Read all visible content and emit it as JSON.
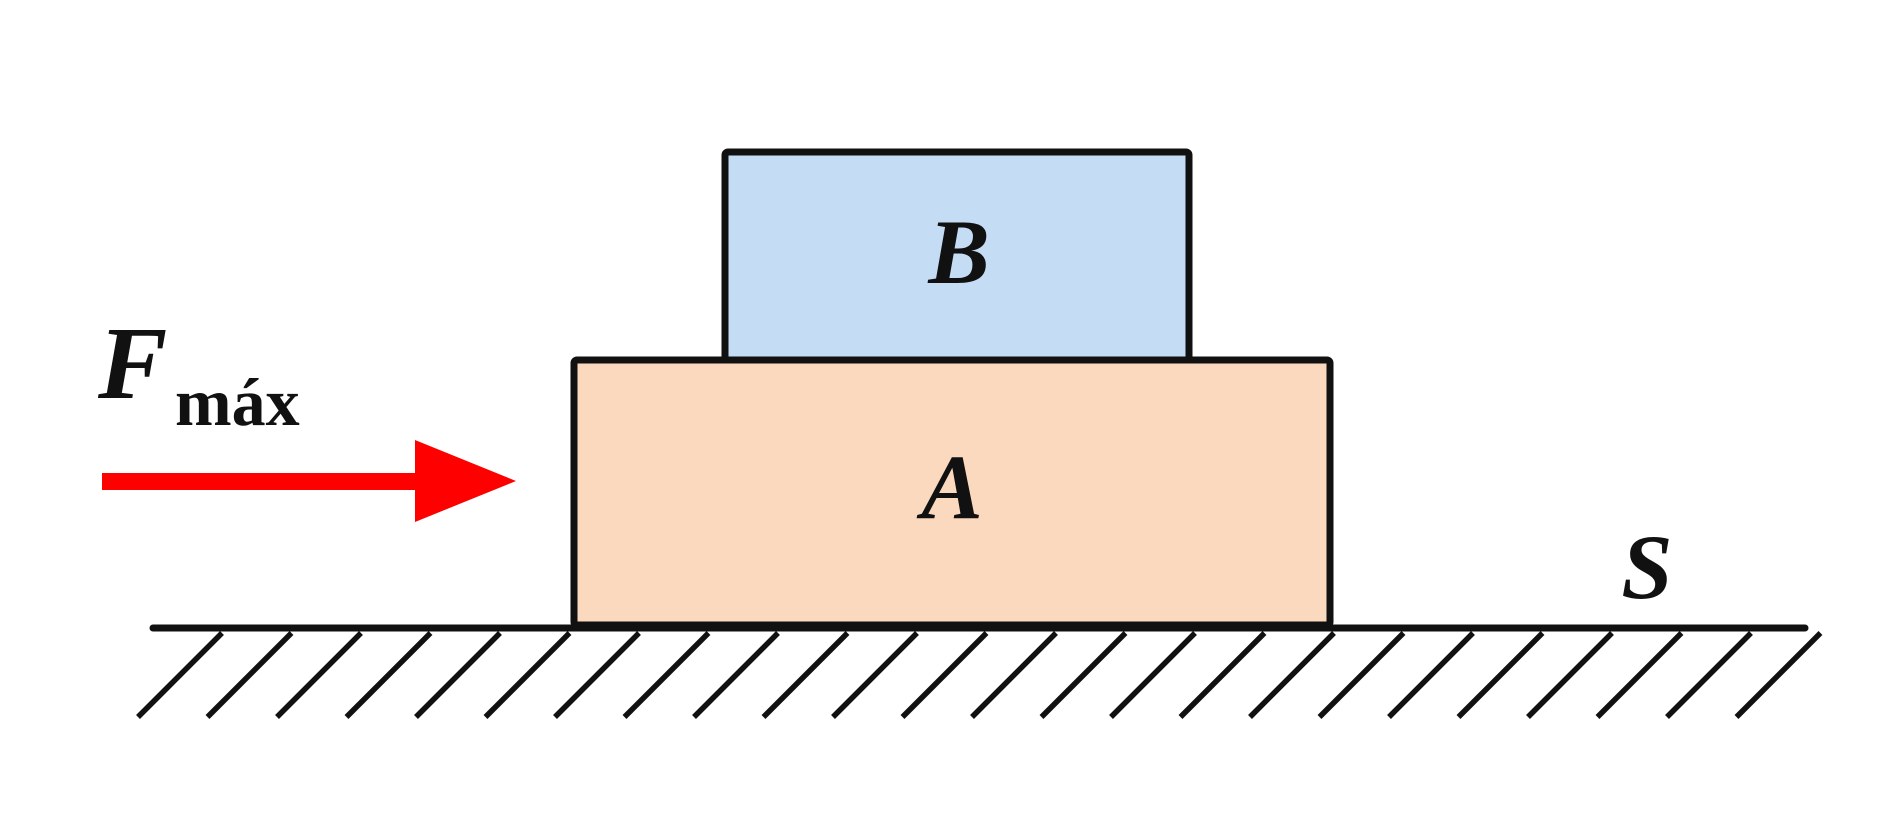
{
  "labels": {
    "block_top": "B",
    "block_bottom": "A",
    "force_symbol": "F",
    "force_subscript": "máx",
    "surface": "S"
  },
  "colors": {
    "block_top_fill": "#c5dcf5",
    "block_bottom_fill": "#fad9bf",
    "force_arrow": "#ff0000",
    "outline": "#111111",
    "background": "#ffffff"
  },
  "icons": {
    "force": "right-arrow",
    "surface": "hatched-ground"
  }
}
